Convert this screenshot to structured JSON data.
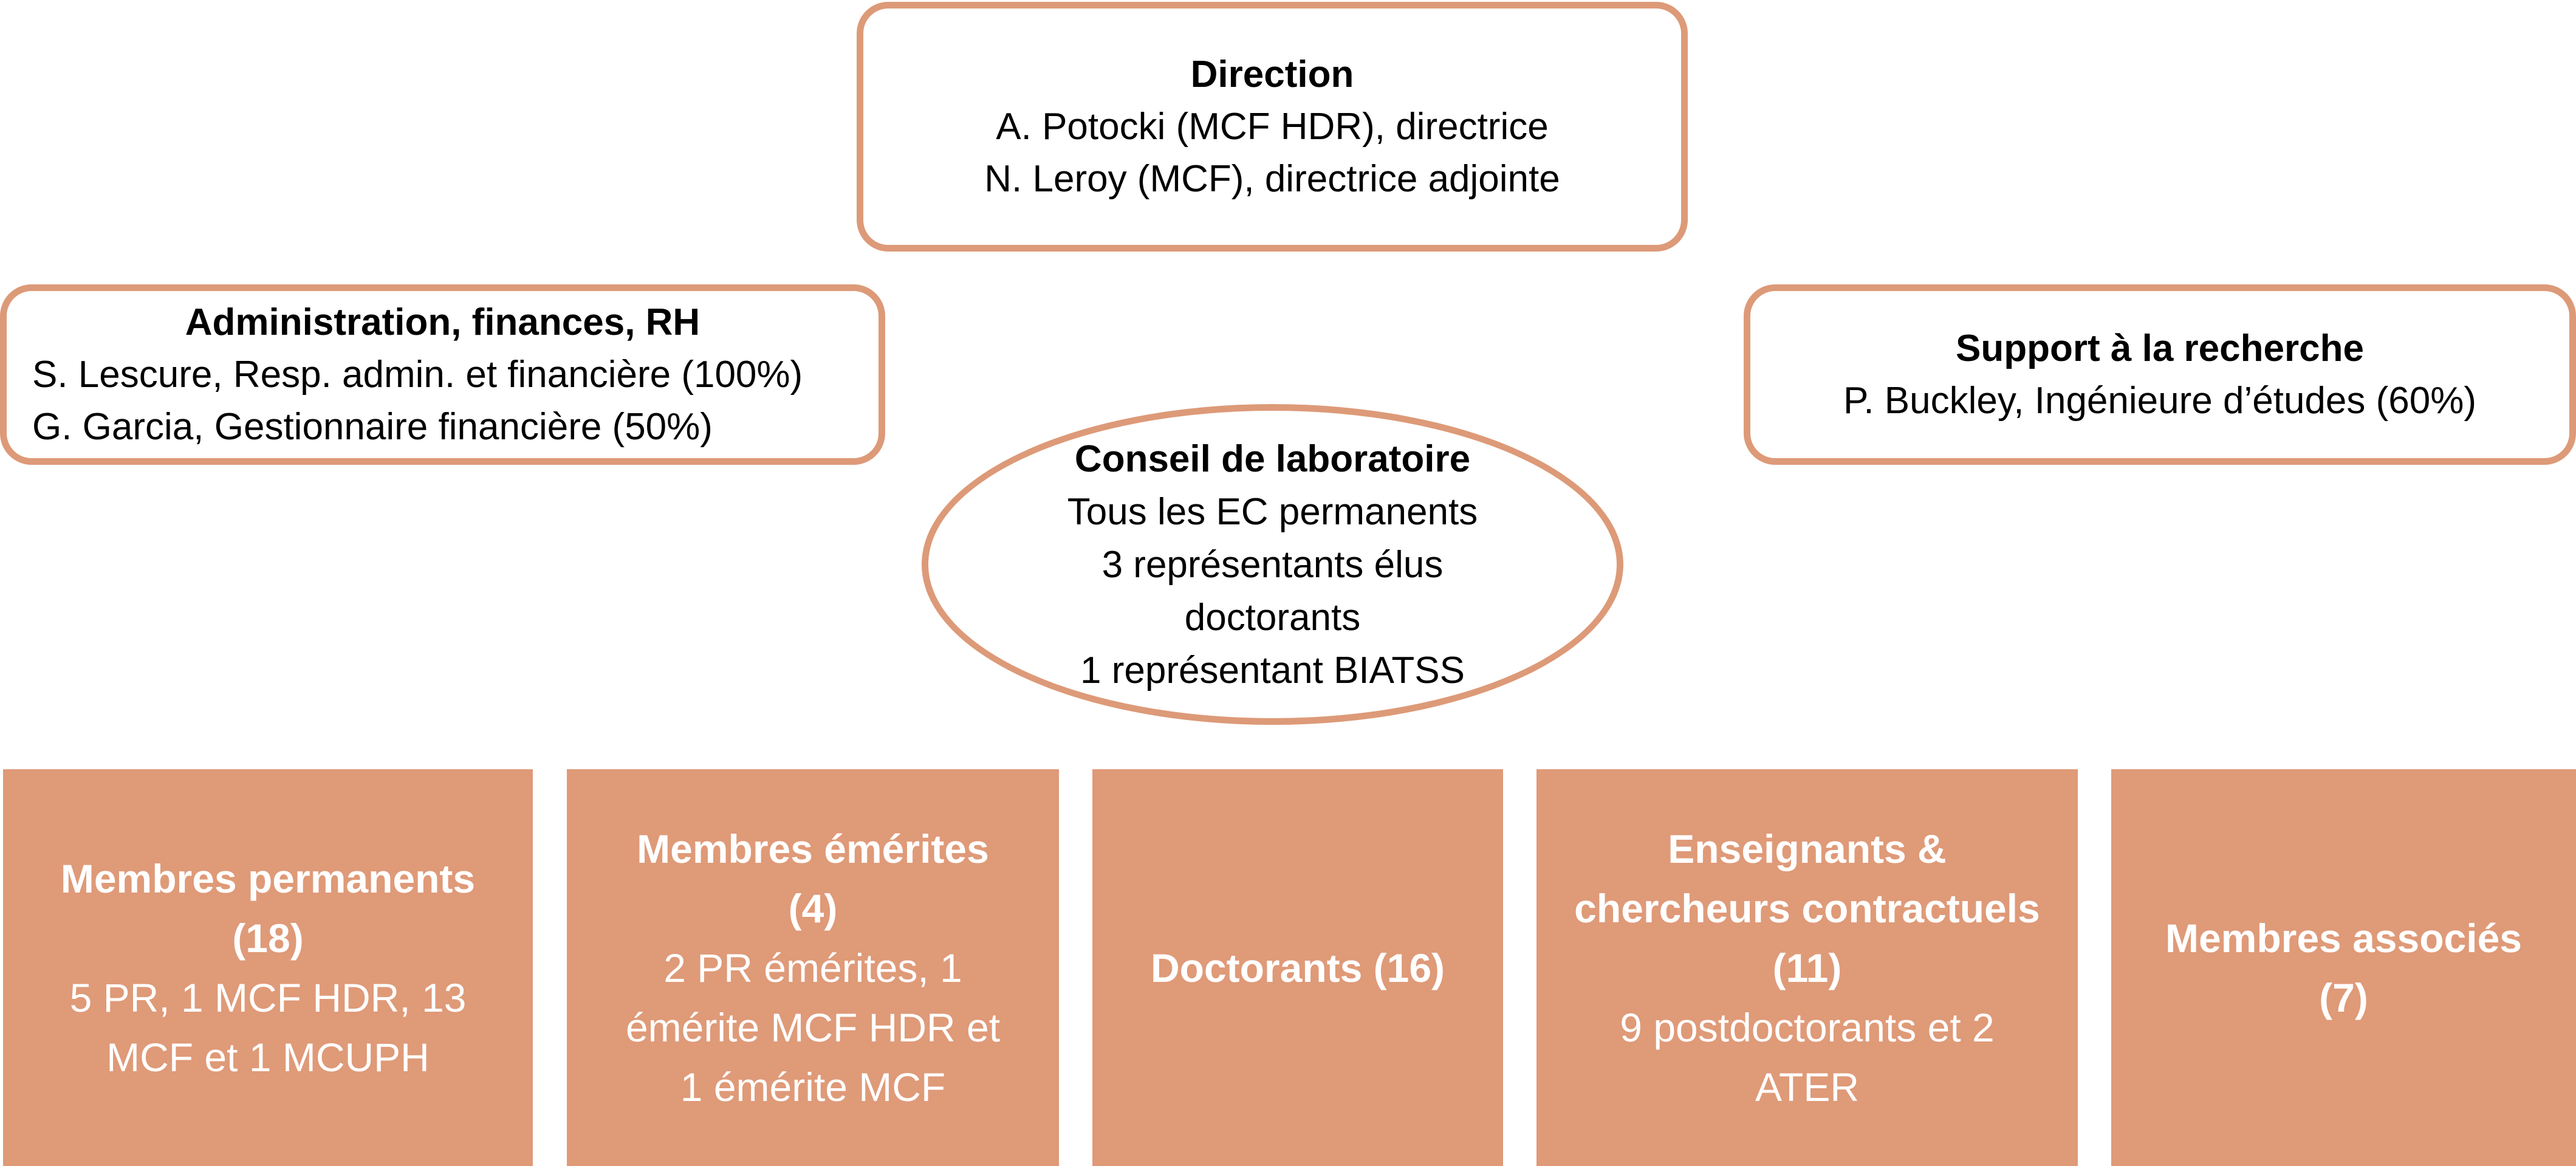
{
  "colors": {
    "border": "#dd9a78",
    "member_fill": "#df9a78",
    "member_text": "#ffffff",
    "text": "#000000"
  },
  "direction": {
    "title": "Direction",
    "lines": [
      "A. Potocki (MCF HDR), directrice",
      "N. Leroy (MCF), directrice adjointe"
    ]
  },
  "administration": {
    "title": "Administration, finances, RH",
    "lines": [
      "S. Lescure, Resp. admin. et financière (100%)",
      "G. Garcia, Gestionnaire financière (50%)"
    ]
  },
  "support": {
    "title": "Support à la recherche",
    "lines": [
      "P. Buckley, Ingénieure d’études (60%)"
    ]
  },
  "conseil": {
    "title": "Conseil de laboratoire",
    "lines": [
      "Tous les EC permanents",
      "3 représentants élus",
      "doctorants",
      "1 représentant BIATSS"
    ]
  },
  "members": [
    {
      "title_lines": [
        "Membres permanents",
        "(18)"
      ],
      "desc_lines": [
        "5 PR, 1 MCF HDR, 13",
        "MCF et 1 MCUPH"
      ]
    },
    {
      "title_lines": [
        "Membres émérites",
        "(4)"
      ],
      "desc_lines": [
        "2 PR émérites, 1",
        "émérite MCF HDR et",
        "1 émérite MCF"
      ]
    },
    {
      "title_lines": [
        "Doctorants (16)"
      ],
      "desc_lines": []
    },
    {
      "title_lines": [
        "Enseignants &",
        "chercheurs contractuels",
        "(11)"
      ],
      "desc_lines": [
        "9 postdoctorants et 2",
        "ATER"
      ]
    },
    {
      "title_lines": [
        "Membres associés",
        "(7)"
      ],
      "desc_lines": []
    }
  ]
}
